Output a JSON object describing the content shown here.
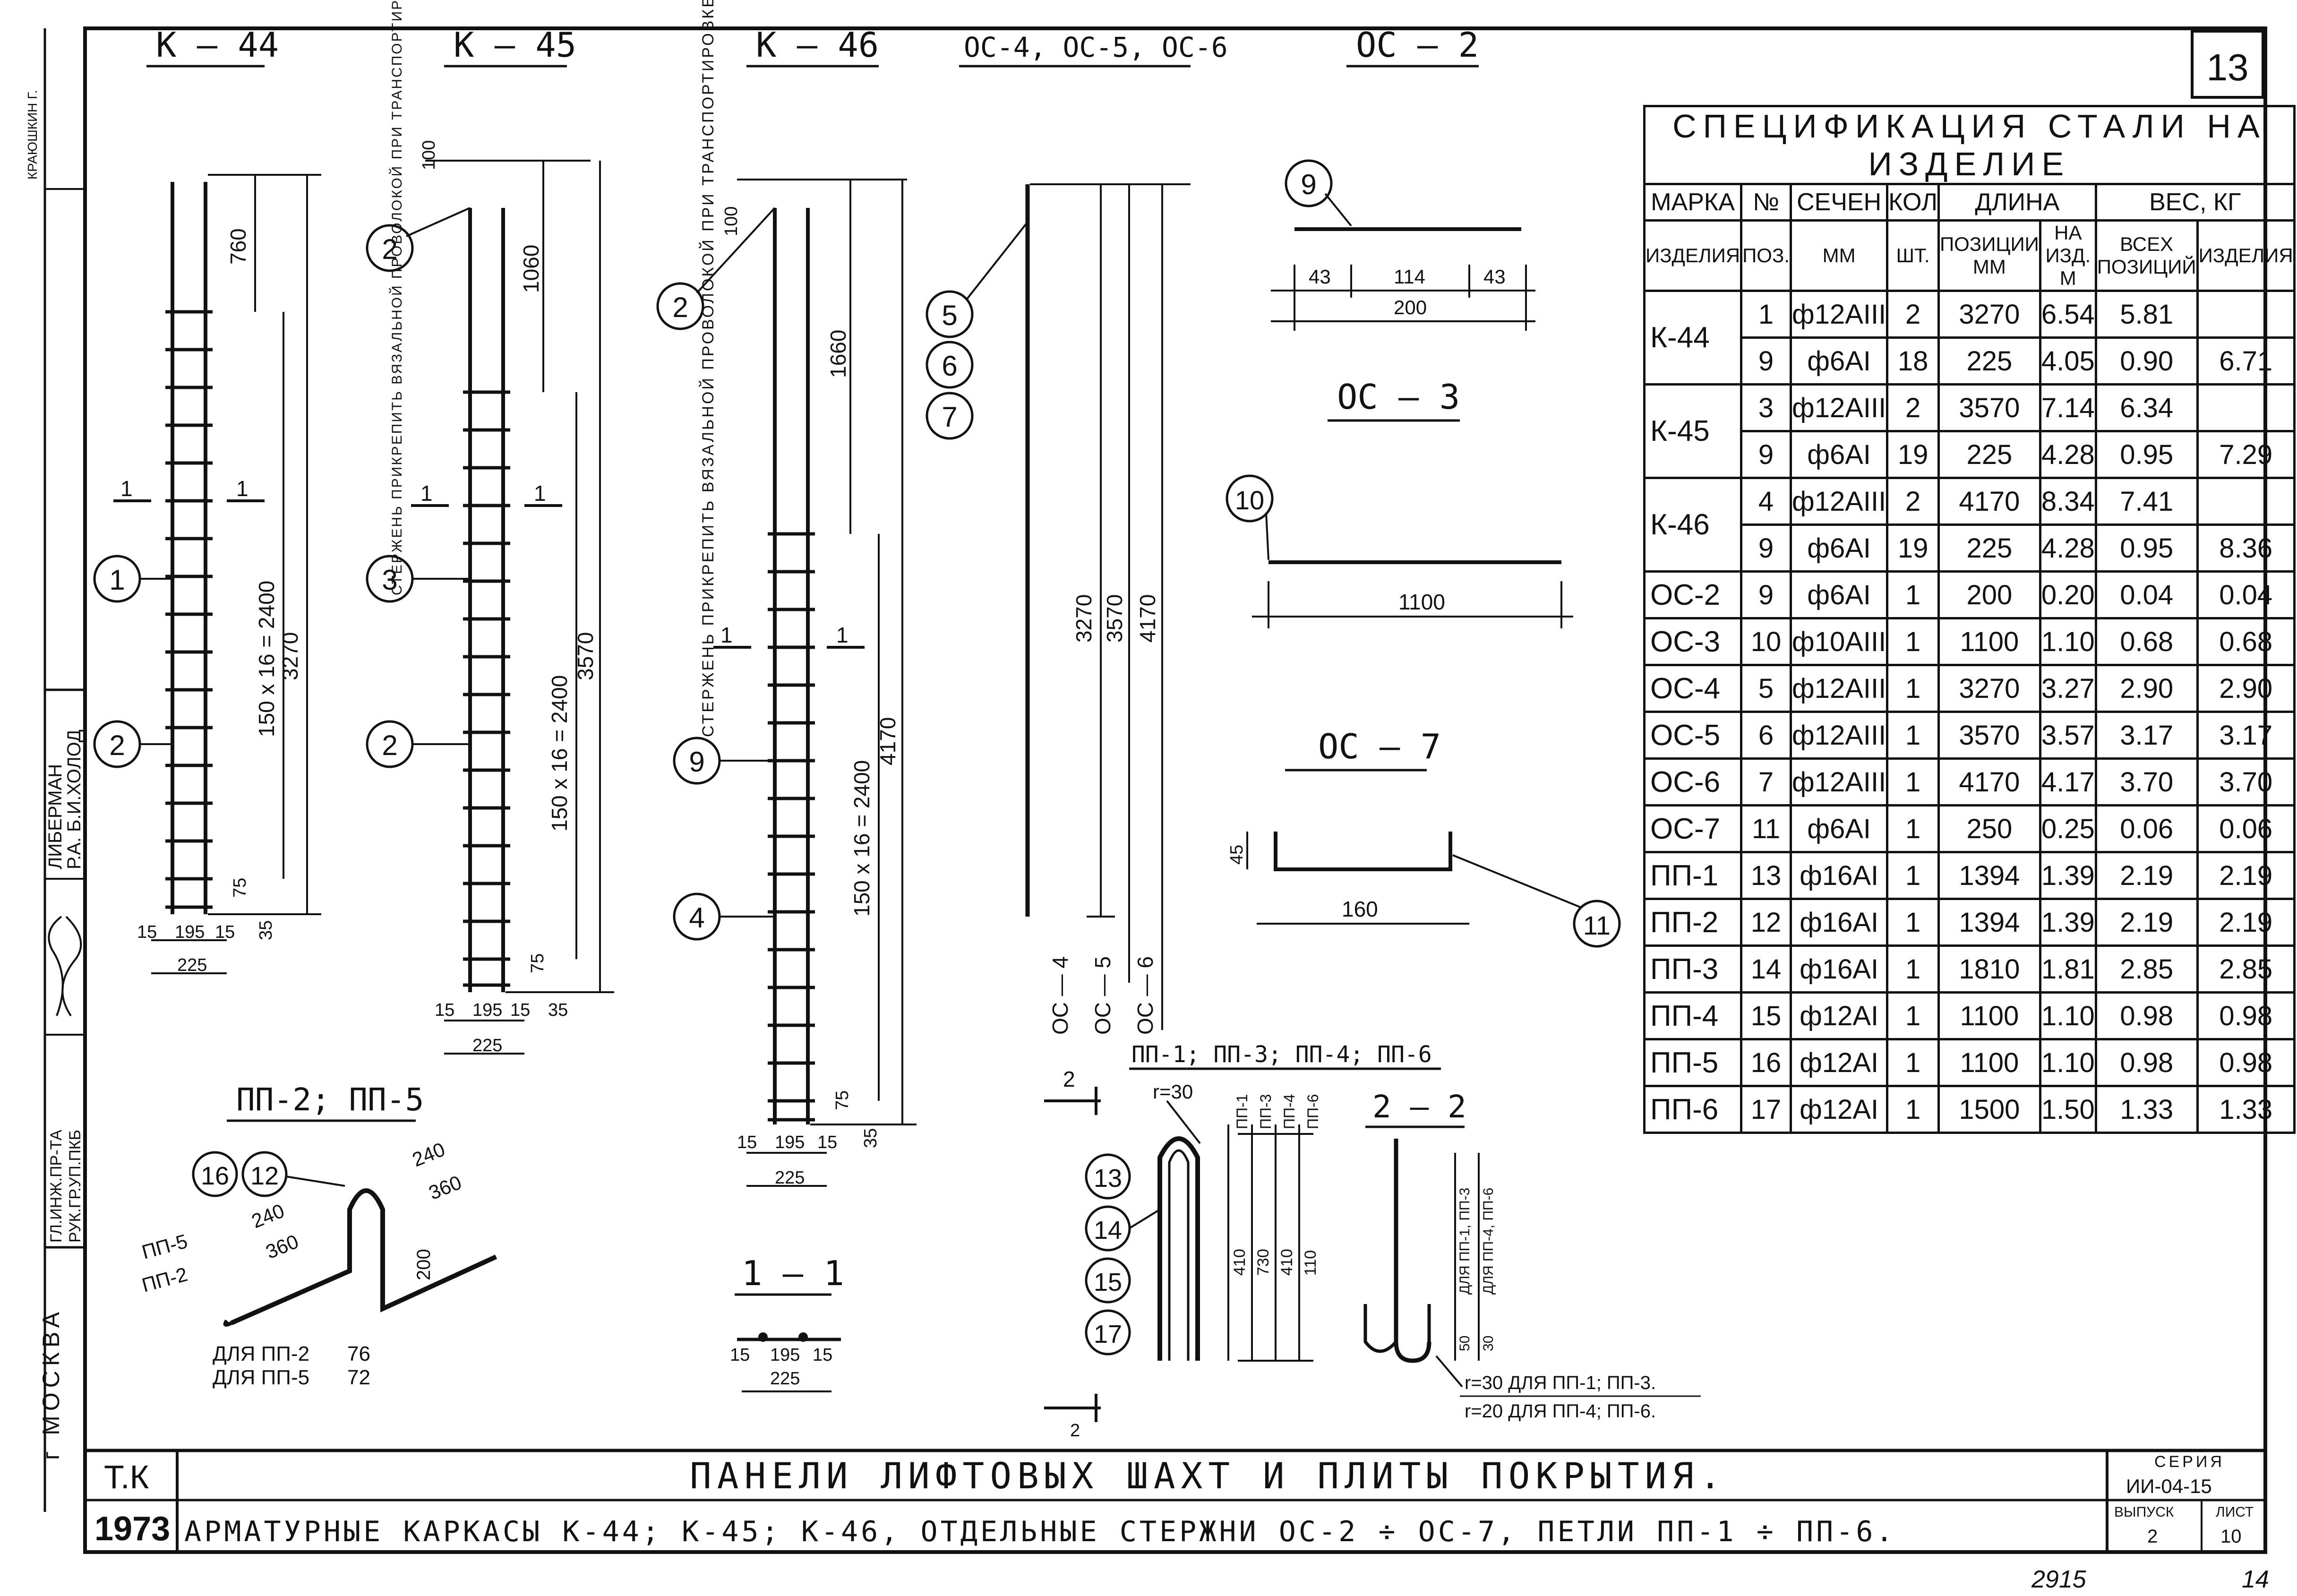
{
  "sheet_number": "13",
  "left_strip": {
    "city": "г МОСКВА",
    "roles": [
      "РУК.ГР.УП.ПКБ",
      "ГЛ.ИНЖ.ПР-ТА"
    ],
    "names": [
      "Р.А. Б.И.ХОЛОД",
      "ЛИБЕРМАН"
    ],
    "top": "КРАЮШКИН Г."
  },
  "drawings": {
    "k44": {
      "title": "К — 44",
      "dims": [
        "760",
        "150 x 16 = 2400",
        "3270",
        "75",
        "35",
        "15",
        "195",
        "15",
        "225"
      ],
      "marks": [
        "1",
        "2"
      ],
      "cut": "1"
    },
    "k45": {
      "title": "К — 45",
      "dims": [
        "100",
        "1060",
        "150 x 16 = 2400",
        "3570",
        "75",
        "35",
        "15",
        "195",
        "15",
        "225"
      ],
      "marks": [
        "2",
        "3",
        "2"
      ],
      "note": "СТЕРЖЕНЬ ПРИКРЕПИТЬ ВЯЗАЛЬНОЙ ПРОВОЛОКОЙ ПРИ ТРАНСПОРТИРОВКЕ",
      "cut": "1"
    },
    "k46": {
      "title": "К — 46",
      "dims": [
        "100",
        "1660",
        "150 x 16 = 2400",
        "4170",
        "75",
        "35",
        "15",
        "195",
        "15",
        "225"
      ],
      "marks": [
        "2",
        "9",
        "4"
      ],
      "note": "СТЕРЖЕНЬ ПРИКРЕПИТЬ ВЯЗАЛЬНОЙ ПРОВОЛОКОЙ ПРИ ТРАНСПОРТИРОВКЕ",
      "cut": "1"
    },
    "oc456": {
      "title": "ОС-4, ОС-5, ОС-6",
      "dims": [
        "3270",
        "3570",
        "4170"
      ],
      "labels": [
        "ОС — 4",
        "ОС — 5",
        "ОС — 6"
      ],
      "marks": [
        "5",
        "6",
        "7"
      ]
    },
    "oc2": {
      "title": "ОС — 2",
      "mark": "9",
      "dims": [
        "43",
        "114",
        "43",
        "200"
      ]
    },
    "oc3": {
      "title": "ОС — 3",
      "mark": "10",
      "dims": [
        "1100"
      ]
    },
    "oc7": {
      "title": "ОС — 7",
      "mark": "11",
      "dims": [
        "45",
        "160"
      ]
    },
    "section11": {
      "title": "1 — 1",
      "dims": [
        "15",
        "195",
        "15",
        "225"
      ]
    },
    "pp25": {
      "title": "ПП-2; ПП-5",
      "marks": [
        "16",
        "12"
      ],
      "labels": [
        "ПП-5",
        "ПП-2"
      ],
      "dims": [
        "240",
        "360",
        "240",
        "360",
        "200"
      ],
      "notes": [
        "ДЛЯ ПП-2",
        "ДЛЯ ПП-5"
      ],
      "note_dims": [
        "76",
        "72"
      ]
    },
    "pp1346": {
      "title": "ПП-1; ПП-3; ПП-4; ПП-6",
      "r": "r=30",
      "col_labels": [
        "ПП-1",
        "ПП-3",
        "ПП-4",
        "ПП-6"
      ],
      "dims": [
        "410",
        "730",
        "410",
        "110"
      ],
      "marks": [
        "13",
        "14",
        "15",
        "17"
      ],
      "cut": "2"
    },
    "section22": {
      "title": "2 — 2",
      "labels": [
        "ДЛЯ ПП-1, ПП-3",
        "ДЛЯ ПП-4, ПП-6"
      ],
      "dims": [
        "50",
        "30"
      ],
      "notes": [
        "r=30 ДЛЯ ПП-1; ПП-3.",
        "r=20 ДЛЯ ПП-4; ПП-6."
      ]
    }
  },
  "spec": {
    "caption": "СПЕЦИФИКАЦИЯ СТАЛИ НА ИЗДЕЛИЕ",
    "headers1": [
      "МАРКА",
      "№",
      "СЕЧЕН",
      "КОЛ",
      "ДЛИНА",
      "ВЕС, КГ"
    ],
    "headers2": [
      "ИЗДЕЛИЯ",
      "ПОЗ.",
      "ММ",
      "ШТ.",
      "ПОЗИЦИИ ММ",
      "НА ИЗД. М",
      "ВСЕХ ПОЗИЦИЙ",
      "ИЗДЕЛИЯ"
    ],
    "groups": [
      {
        "mark": "К-44",
        "total": "6.71",
        "rows": [
          [
            "1",
            "ф12АIII",
            "2",
            "3270",
            "6.54",
            "5.81"
          ],
          [
            "9",
            "ф6АI",
            "18",
            "225",
            "4.05",
            "0.90"
          ]
        ]
      },
      {
        "mark": "К-45",
        "total": "7.29",
        "rows": [
          [
            "3",
            "ф12АIII",
            "2",
            "3570",
            "7.14",
            "6.34"
          ],
          [
            "9",
            "ф6АI",
            "19",
            "225",
            "4.28",
            "0.95"
          ]
        ]
      },
      {
        "mark": "К-46",
        "total": "8.36",
        "rows": [
          [
            "4",
            "ф12АIII",
            "2",
            "4170",
            "8.34",
            "7.41"
          ],
          [
            "9",
            "ф6АI",
            "19",
            "225",
            "4.28",
            "0.95"
          ]
        ]
      },
      {
        "mark": "ОС-2",
        "total": "0.04",
        "rows": [
          [
            "9",
            "ф6АI",
            "1",
            "200",
            "0.20",
            "0.04"
          ]
        ]
      },
      {
        "mark": "ОС-3",
        "total": "0.68",
        "rows": [
          [
            "10",
            "ф10АIII",
            "1",
            "1100",
            "1.10",
            "0.68"
          ]
        ]
      },
      {
        "mark": "ОС-4",
        "total": "2.90",
        "rows": [
          [
            "5",
            "ф12АIII",
            "1",
            "3270",
            "3.27",
            "2.90"
          ]
        ]
      },
      {
        "mark": "ОС-5",
        "total": "3.17",
        "rows": [
          [
            "6",
            "ф12АIII",
            "1",
            "3570",
            "3.57",
            "3.17"
          ]
        ]
      },
      {
        "mark": "ОС-6",
        "total": "3.70",
        "rows": [
          [
            "7",
            "ф12АIII",
            "1",
            "4170",
            "4.17",
            "3.70"
          ]
        ]
      },
      {
        "mark": "ОС-7",
        "total": "0.06",
        "rows": [
          [
            "11",
            "ф6АI",
            "1",
            "250",
            "0.25",
            "0.06"
          ]
        ]
      },
      {
        "mark": "ПП-1",
        "total": "2.19",
        "rows": [
          [
            "13",
            "ф16АI",
            "1",
            "1394",
            "1.39",
            "2.19"
          ]
        ]
      },
      {
        "mark": "ПП-2",
        "total": "2.19",
        "rows": [
          [
            "12",
            "ф16АI",
            "1",
            "1394",
            "1.39",
            "2.19"
          ]
        ]
      },
      {
        "mark": "ПП-3",
        "total": "2.85",
        "rows": [
          [
            "14",
            "ф16АI",
            "1",
            "1810",
            "1.81",
            "2.85"
          ]
        ]
      },
      {
        "mark": "ПП-4",
        "total": "0.98",
        "rows": [
          [
            "15",
            "ф12АI",
            "1",
            "1100",
            "1.10",
            "0.98"
          ]
        ]
      },
      {
        "mark": "ПП-5",
        "total": "0.98",
        "rows": [
          [
            "16",
            "ф12АI",
            "1",
            "1100",
            "1.10",
            "0.98"
          ]
        ]
      },
      {
        "mark": "ПП-6",
        "total": "1.33",
        "rows": [
          [
            "17",
            "ф12АI",
            "1",
            "1500",
            "1.50",
            "1.33"
          ]
        ]
      }
    ]
  },
  "title_block": {
    "org": "Т.К",
    "year": "1973",
    "title": "ПАНЕЛИ ЛИФТОВЫХ ШАХТ И ПЛИТЫ ПОКРЫТИЯ.",
    "subtitle": "АРМАТУРНЫЕ КАРКАСЫ К-44; К-45; К-46, ОТДЕЛЬНЫЕ СТЕРЖНИ ОС-2 ÷ ОС-7, ПЕТЛИ ПП-1 ÷ ПП-6.",
    "series_label": "СЕРИЯ",
    "series_value": "ИИ-04-15",
    "issue_label": "ВЫПУСК",
    "issue_value": "2",
    "sheet_label": "ЛИСТ",
    "sheet_value": "10"
  },
  "footer": {
    "stamp": "2915",
    "page": "14"
  }
}
